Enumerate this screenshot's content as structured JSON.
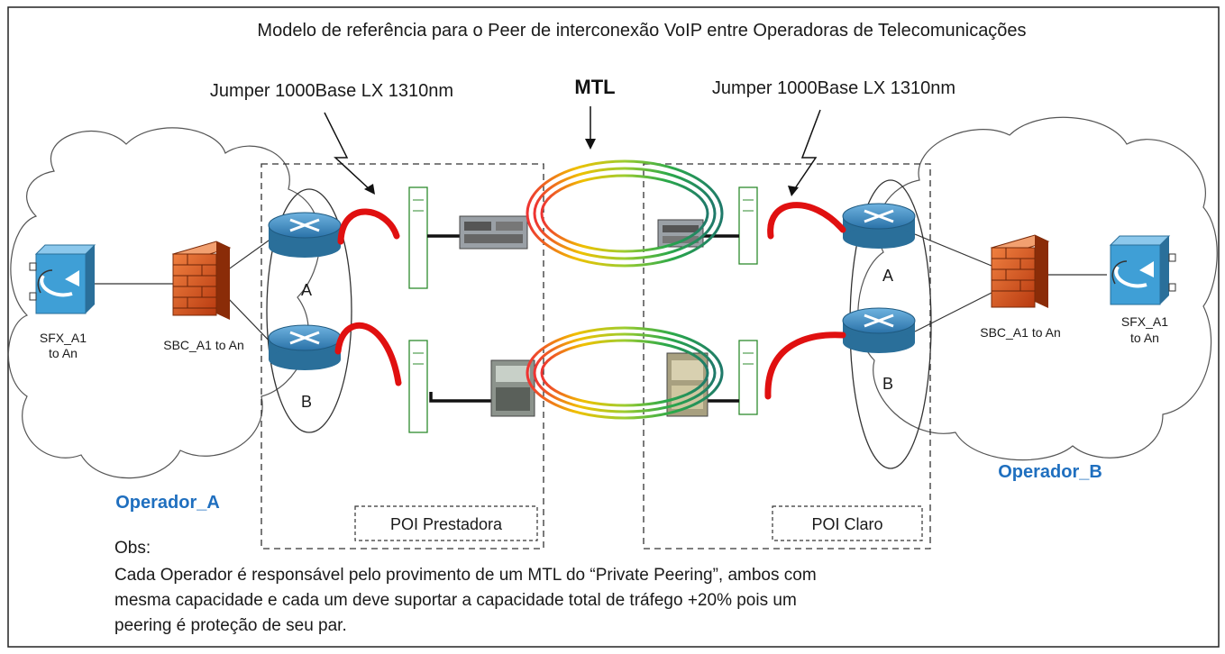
{
  "title": "Modelo de referência para  o Peer de interconexão VoIP entre Operadoras de Telecomunicações",
  "mtl_label": "MTL",
  "jumper_left": "Jumper 1000Base LX 1310nm",
  "jumper_right": "Jumper 1000Base LX 1310nm",
  "operator_a": {
    "name": "Operador_A",
    "sfx_line1": "SFX_A1",
    "sfx_line2": "to An",
    "sbc": "SBC_A1 to An",
    "router_a": "A",
    "router_b": "B"
  },
  "operator_b": {
    "name": "Operador_B",
    "sfx_line1": "SFX_A1",
    "sfx_line2": "to An",
    "sbc": "SBC_A1 to An",
    "router_a": "A",
    "router_b": "B"
  },
  "poi_left": "POI Prestadora",
  "poi_right": "POI Claro",
  "obs": {
    "title": "Obs:",
    "line1": "Cada Operador é responsável pelo provimento de um MTL do “Private Peering”, ambos com",
    "line2": "mesma capacidade e cada um deve suportar a capacidade total de tráfego +20% pois  um",
    "line3": "peering é proteção de seu par."
  },
  "colors": {
    "operator_label": "#1f6fbf",
    "router": "#3a87c4",
    "jumper": "#e01010",
    "firewall": "#d9541f",
    "switch": "#3f9fd6",
    "patch_panel": "#2e8b2e"
  }
}
